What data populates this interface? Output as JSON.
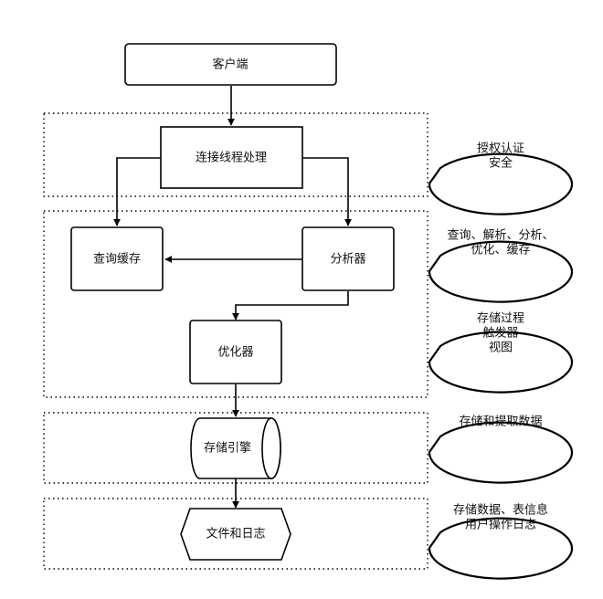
{
  "nodes": {
    "client": "客户端",
    "connection": "连接线程处理",
    "query_cache": "查询缓存",
    "analyzer": "分析器",
    "optimizer": "优化器",
    "storage_engine": "存储引擎",
    "files_logs": "文件和日志"
  },
  "callouts": {
    "auth": [
      "授权认证",
      "安全"
    ],
    "parse": [
      "查询、解析、分析、",
      "优化、缓存"
    ],
    "procedures": [
      "存储过程",
      "触发器",
      "视图"
    ],
    "storage": [
      "存储和提取数据"
    ],
    "files": [
      "存储数据、表信息",
      "用户操作日志"
    ]
  }
}
